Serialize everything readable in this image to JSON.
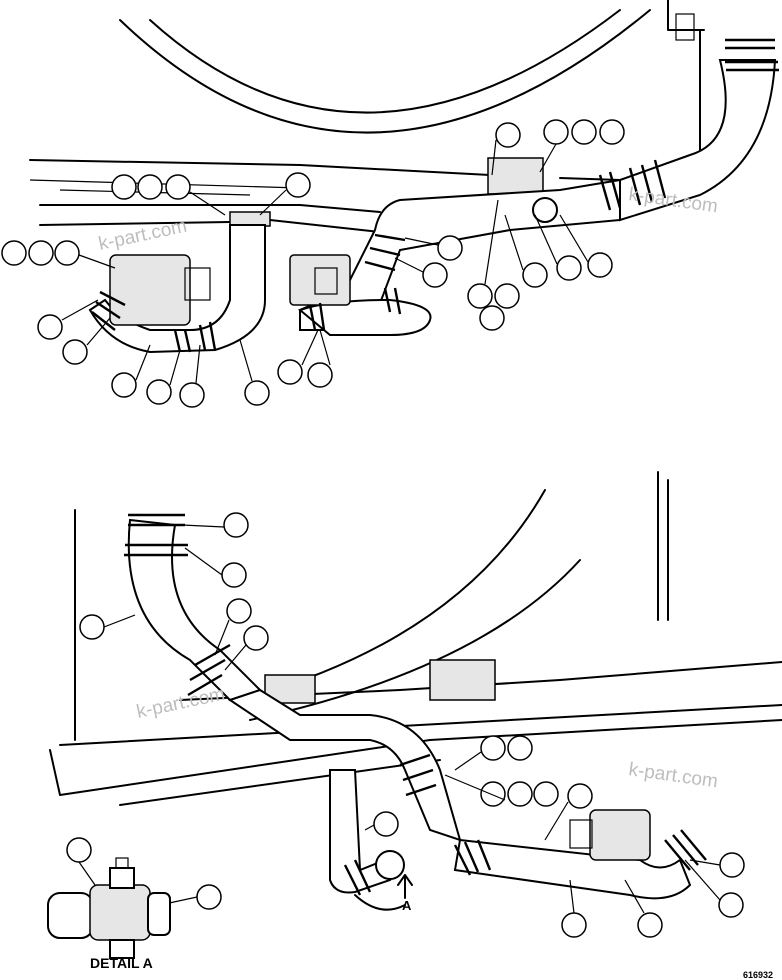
{
  "detail_label": "DETAIL A",
  "view_letter": "A",
  "drawing_number": "616932",
  "watermark": "k-part.com",
  "colors": {
    "line": "#000000",
    "background": "#ffffff",
    "watermark": "#bdbdbd"
  }
}
